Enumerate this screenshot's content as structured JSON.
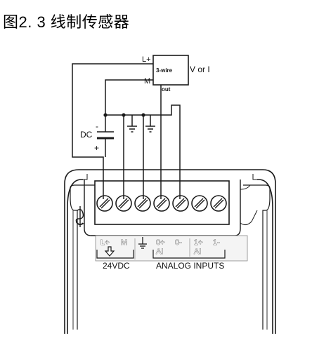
{
  "title": "图2. 3 线制传感器",
  "sensor": {
    "label": "3-wire",
    "output": "V or I",
    "pin_lplus": "L+",
    "pin_m": "M",
    "pin_out": "out"
  },
  "supply": {
    "label": "DC",
    "minus": "-",
    "plus": "+"
  },
  "terminal_count": 7,
  "module_labels": {
    "lplus": "L+",
    "m": "M",
    "ch0_plus": "0+",
    "ch0_minus": "0-",
    "ch0_ai": "AI",
    "ch1_plus": "1+",
    "ch1_minus": "1-",
    "ch1_ai": "AI",
    "power": "24VDC",
    "analog": "ANALOG INPUTS"
  },
  "colors": {
    "line": "#1a1a1a",
    "module_fill": "#ffffff"
  }
}
